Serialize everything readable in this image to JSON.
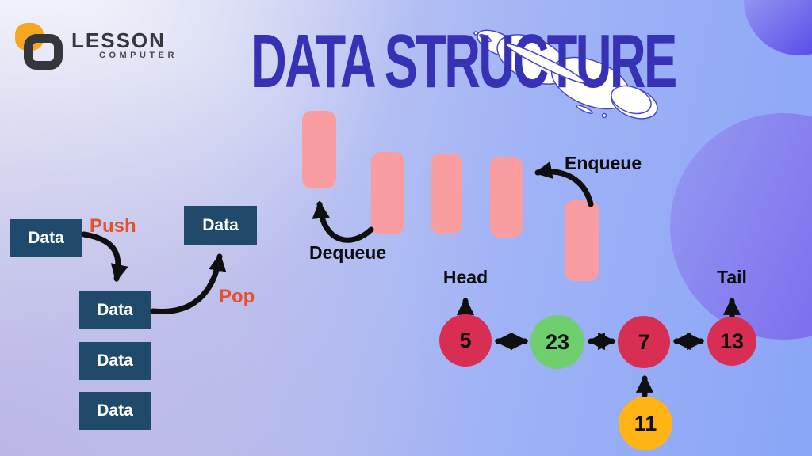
{
  "brand": {
    "name": "LESSON",
    "subtitle": "COMPUTER"
  },
  "title": "DATA STRUCTURE",
  "stack": {
    "push_label": "Push",
    "pop_label": "Pop",
    "boxes": [
      "Data",
      "Data",
      "Data",
      "Data",
      "Data"
    ]
  },
  "queue": {
    "dequeue_label": "Dequeue",
    "enqueue_label": "Enqueue",
    "bar_count": 5
  },
  "linked_list": {
    "head_label": "Head",
    "tail_label": "Tail",
    "nodes": [
      {
        "value": "5",
        "color": "#d92e54"
      },
      {
        "value": "23",
        "color": "#6fce6e"
      },
      {
        "value": "7",
        "color": "#d92e54"
      },
      {
        "value": "13",
        "color": "#d92e54"
      }
    ],
    "pending_node": {
      "value": "11",
      "color": "#fdb414"
    }
  },
  "icons": {
    "arrows": [
      "push-arrow",
      "pop-arrow",
      "dequeue-arrow",
      "enqueue-arrow",
      "head-arrow",
      "tail-arrow",
      "insert-arrow",
      "link-arrow",
      "link-arrow",
      "link-arrow"
    ]
  },
  "colors": {
    "title": "#3731b5",
    "accent_orange": "#e5512d",
    "box_navy": "#1f4a6b",
    "bar_pink": "#f99da0",
    "node_red": "#d92e54",
    "node_green": "#6fce6e",
    "node_yellow": "#fdb414",
    "logo_yellow": "#f6a722",
    "logo_dark": "#33363a",
    "arrow_black": "#0f0f0f"
  }
}
